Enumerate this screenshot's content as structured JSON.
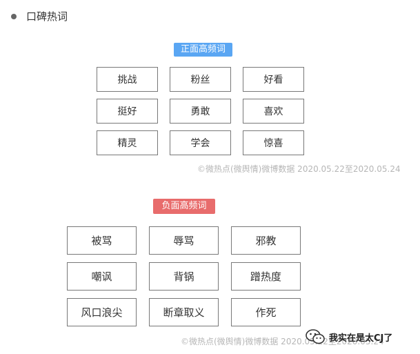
{
  "section": {
    "title": "口碑热词"
  },
  "positive": {
    "label": "正面高频词",
    "words": [
      "挑战",
      "粉丝",
      "好看",
      "挺好",
      "勇敢",
      "喜欢",
      "精灵",
      "学会",
      "惊喜"
    ],
    "credit": "©微热点(微舆情)微博数据 2020.05.22至2020.05.24",
    "color": "#5aa6f3"
  },
  "negative": {
    "label": "负面高频词",
    "words": [
      "被骂",
      "辱骂",
      "邪教",
      "嘲讽",
      "背锅",
      "蹭热度",
      "风口浪尖",
      "断章取义",
      "作死"
    ],
    "credit": "©微热点(微舆情)微博数据 2020.05.22至2020.05.24",
    "color": "#e86c6c"
  },
  "watermark": {
    "text": "我实在是太CJ了",
    "icon": "wechat-icon"
  }
}
